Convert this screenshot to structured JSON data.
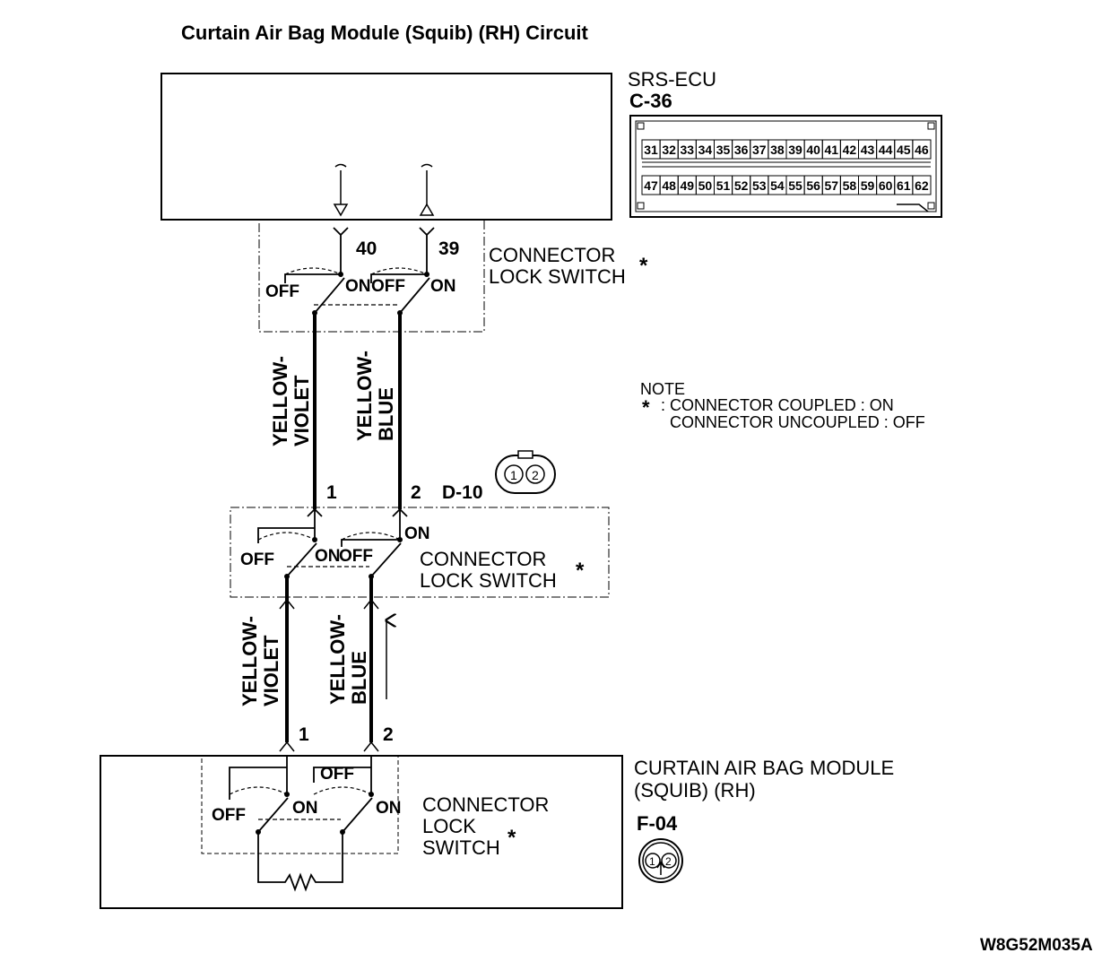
{
  "title": "Curtain Air Bag Module (Squib) (RH) Circuit",
  "ecu": {
    "name": "SRS-ECU",
    "connector": "C-36",
    "pins_top": [
      "31",
      "32",
      "33",
      "34",
      "35",
      "36",
      "37",
      "38",
      "39",
      "40",
      "41",
      "42",
      "43",
      "44",
      "45",
      "46"
    ],
    "pins_bottom": [
      "47",
      "48",
      "49",
      "50",
      "51",
      "52",
      "53",
      "54",
      "55",
      "56",
      "57",
      "58",
      "59",
      "60",
      "61",
      "62"
    ]
  },
  "ecu_pins": {
    "left": "40",
    "right": "39"
  },
  "switch_label": "CONNECTOR LOCK SWITCH",
  "switch_label_line1": "CONNECTOR",
  "switch_label_line2": "LOCK SWITCH",
  "switch_label_l2": "LOCK",
  "switch_label_l3": "SWITCH",
  "asterisk": "*",
  "state_on": "ON",
  "state_off": "OFF",
  "wires": {
    "left_line1": "YELLOW-",
    "left_line2": "VIOLET",
    "right_line1": "YELLOW-",
    "right_line2": "BLUE"
  },
  "mid_connector": {
    "name": "D-10",
    "pin1": "1",
    "pin2": "2"
  },
  "module": {
    "name_line1": "CURTAIN AIR BAG MODULE",
    "name_line2": "(SQUIB) (RH)",
    "connector": "F-04",
    "pin1": "1",
    "pin2": "2"
  },
  "note": {
    "heading": "NOTE",
    "line1": ": CONNECTOR COUPLED : ON",
    "line2": "CONNECTOR UNCOUPLED : OFF"
  },
  "figure_code": "W8G52M035A"
}
